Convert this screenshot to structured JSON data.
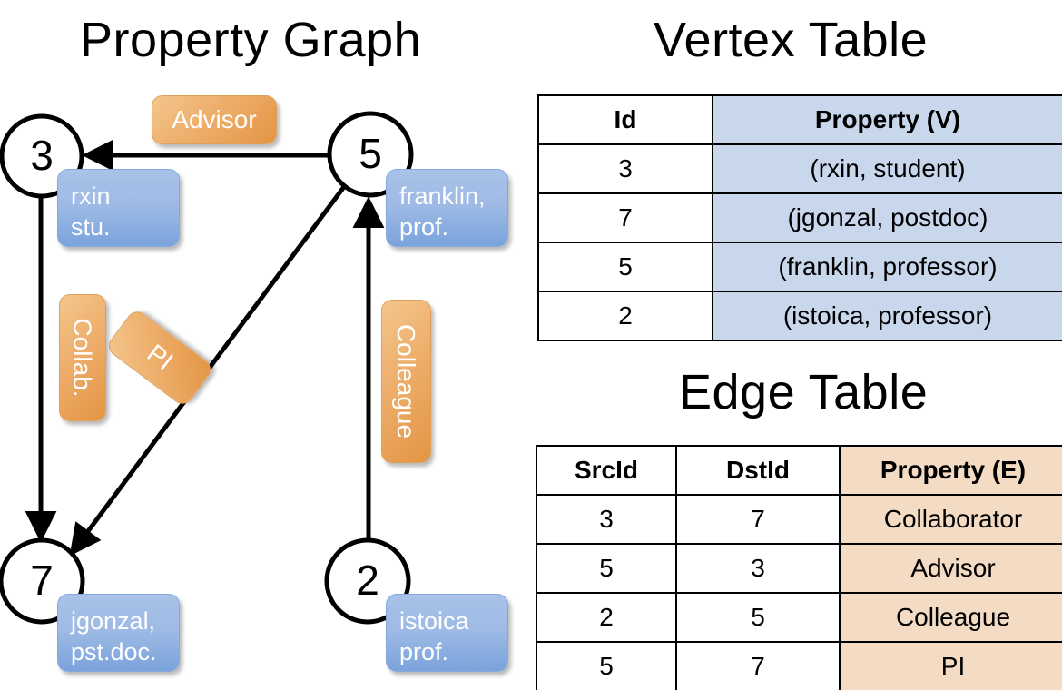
{
  "titles": {
    "property_graph": "Property Graph",
    "vertex_table": "Vertex Table",
    "edge_table": "Edge Table"
  },
  "graph": {
    "vertices": [
      {
        "id": "3",
        "name_line1": "rxin",
        "name_line2": "stu."
      },
      {
        "id": "5",
        "name_line1": "franklin,",
        "name_line2": "prof."
      },
      {
        "id": "7",
        "name_line1": "jgonzal,",
        "name_line2": "pst.doc."
      },
      {
        "id": "2",
        "name_line1": "istoica",
        "name_line2": "prof."
      }
    ],
    "edge_labels": {
      "advisor": "Advisor",
      "collab": "Collab.",
      "pi": "PI",
      "colleague": "Colleague"
    },
    "colors": {
      "vertex_box": "#9fbbe5",
      "edge_label_box": "#eeae6b",
      "stroke": "#000000"
    }
  },
  "vertex_table": {
    "headers": [
      "Id",
      "Property (V)"
    ],
    "rows": [
      [
        "3",
        "(rxin, student)"
      ],
      [
        "7",
        "(jgonzal, postdoc)"
      ],
      [
        "5",
        "(franklin, professor)"
      ],
      [
        "2",
        "(istoica, professor)"
      ]
    ],
    "property_column_color": "#c9d7ec"
  },
  "edge_table": {
    "headers": [
      "SrcId",
      "DstId",
      "Property (E)"
    ],
    "rows": [
      [
        "3",
        "7",
        "Collaborator"
      ],
      [
        "5",
        "3",
        "Advisor"
      ],
      [
        "2",
        "5",
        "Colleague"
      ],
      [
        "5",
        "7",
        "PI"
      ]
    ],
    "property_column_color": "#f3dcc3"
  }
}
